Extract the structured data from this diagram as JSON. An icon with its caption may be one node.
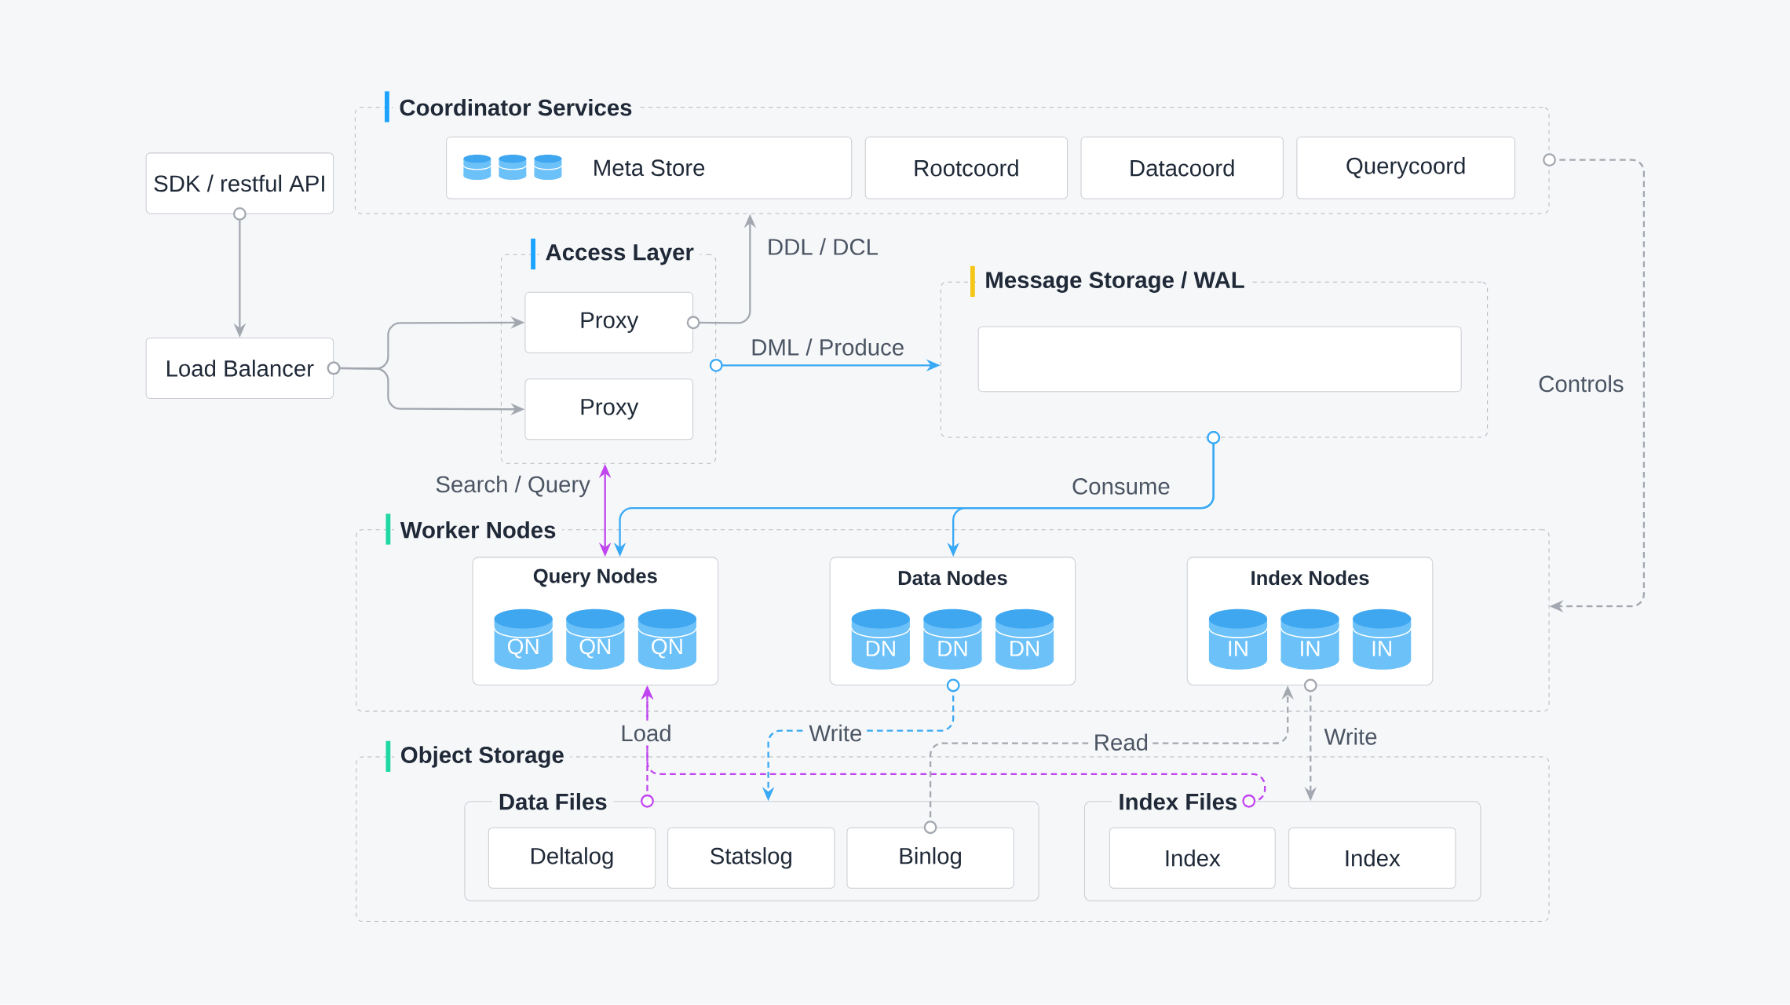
{
  "diagram": {
    "nodes": [
      {
        "text": [
          "SDK / restful API"
        ]
      },
      {
        "text": [
          "Load Balancer"
        ]
      },
      {
        "text": [
          "Coordinator Services"
        ]
      },
      {
        "text": [
          "Meta Store"
        ],
        "in": 2
      },
      {
        "text": [
          "Rootcoord"
        ],
        "in": 2
      },
      {
        "text": [
          "Datacoord"
        ],
        "in": 2
      },
      {
        "text": [
          "Querycoord"
        ],
        "in": 2
      },
      {
        "text": [
          "Access Layer"
        ]
      },
      {
        "text": [
          "Proxy"
        ],
        "in": 7
      },
      {
        "text": [
          "Proxy"
        ],
        "in": 7
      },
      {
        "text": [
          "Message Storage / WAL"
        ]
      },
      {
        "text": [],
        "shape": "box",
        "in": 10
      },
      {
        "text": [
          "Worker Nodes"
        ]
      },
      {
        "text": [
          "Query Nodes"
        ],
        "in": 12
      },
      {
        "text": [
          "QN"
        ],
        "in": 13
      },
      {
        "text": [
          "QN"
        ],
        "in": 13
      },
      {
        "text": [
          "QN"
        ],
        "in": 13
      },
      {
        "text": [
          "Data Nodes"
        ],
        "in": 12
      },
      {
        "text": [
          "DN"
        ],
        "in": 17
      },
      {
        "text": [
          "DN"
        ],
        "in": 17
      },
      {
        "text": [
          "DN"
        ],
        "in": 17
      },
      {
        "text": [
          "Index Nodes"
        ],
        "in": 12
      },
      {
        "text": [
          "IN"
        ],
        "in": 21
      },
      {
        "text": [
          "IN"
        ],
        "in": 21
      },
      {
        "text": [
          "IN"
        ],
        "in": 21
      },
      {
        "text": [
          "Object Storage"
        ]
      },
      {
        "text": [
          "Data Files"
        ],
        "in": 25
      },
      {
        "text": [
          "Deltalog"
        ],
        "in": 26
      },
      {
        "text": [
          "Statslog"
        ],
        "in": 26
      },
      {
        "text": [
          "Binlog"
        ],
        "in": 26
      },
      {
        "text": [
          "Index Files"
        ],
        "in": 25
      },
      {
        "text": [
          "Index"
        ],
        "in": 30
      },
      {
        "text": [
          "Index"
        ],
        "in": 30
      }
    ],
    "edges": [
      {
        "from": 0,
        "to": 1,
        "arrow": "to"
      },
      {
        "from": 1,
        "to": 8,
        "arrow": "to"
      },
      {
        "from": 1,
        "to": 9,
        "arrow": "to"
      },
      {
        "from": 8,
        "to": 2,
        "arrow": "to",
        "label": "DDL / DCL"
      },
      {
        "from": 7,
        "to": 10,
        "arrow": "to",
        "label": "DML / Produce",
        "color": "#38a9f5"
      },
      {
        "from": 10,
        "to": 13,
        "arrow": "to",
        "label": "Consume",
        "color": "#38a9f5"
      },
      {
        "from": 10,
        "to": 17,
        "arrow": "to",
        "color": "#38a9f5"
      },
      {
        "from": 7,
        "to": 13,
        "arrow": "both",
        "label": "Search / Query",
        "color": "#c045f0"
      },
      {
        "from": 2,
        "to": 12,
        "arrow": "to",
        "label": "Controls",
        "style": "dashed"
      },
      {
        "from": 26,
        "to": 13,
        "arrow": "to",
        "label": "Load",
        "style": "dashed",
        "color": "#c045f0"
      },
      {
        "from": 30,
        "to": 13,
        "arrow": "to",
        "style": "dashed",
        "color": "#c045f0"
      },
      {
        "from": 17,
        "to": 26,
        "arrow": "to",
        "label": "Write",
        "style": "dashed",
        "color": "#38a9f5"
      },
      {
        "from": 29,
        "to": 21,
        "arrow": "to",
        "label": "Read",
        "style": "dashed"
      },
      {
        "from": 21,
        "to": 30,
        "arrow": "to",
        "label": "Write",
        "style": "dashed"
      }
    ]
  }
}
